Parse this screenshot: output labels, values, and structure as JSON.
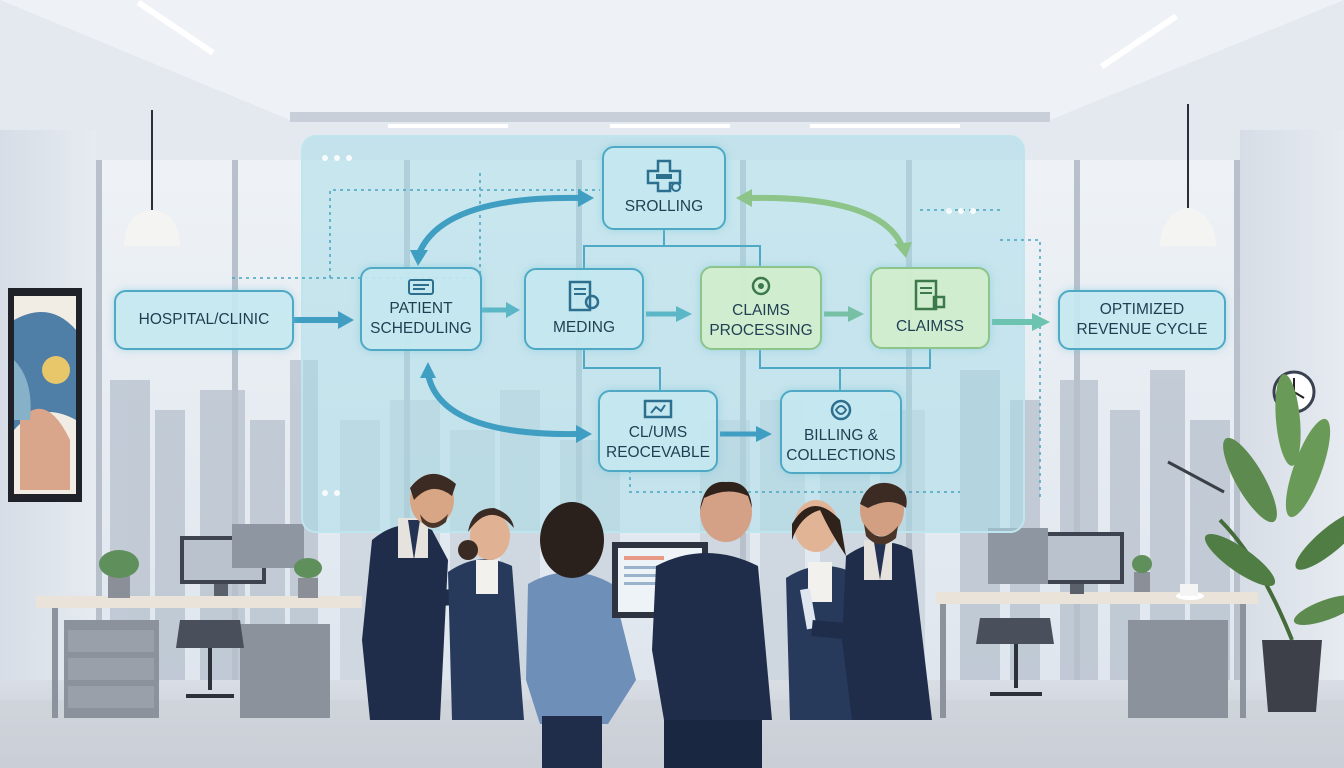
{
  "diagram": {
    "nodes": {
      "hospital": {
        "label": "HOSPITAL/CLINIC"
      },
      "scheduling": {
        "label": "PATIENT\nSCHEDULING"
      },
      "srolling": {
        "label": "SROLLING"
      },
      "meding": {
        "label": "MEDING"
      },
      "claims_processing": {
        "label": "CLAIMS\nPROCESSING"
      },
      "claimss": {
        "label": "CLAIMSS"
      },
      "optimized": {
        "label": "OPTIMIZED\nREVENUE CYCLE"
      },
      "receivable": {
        "label": "CL/UMS\nREOCEVABLE"
      },
      "billing": {
        "label": "BILLING &\nCOLLECTIONS"
      }
    },
    "colors": {
      "border_blue": "#4fa9c4",
      "border_green": "#8cc489",
      "panel": "#bfe6ee",
      "suit_navy": "#1f2d4a"
    }
  }
}
